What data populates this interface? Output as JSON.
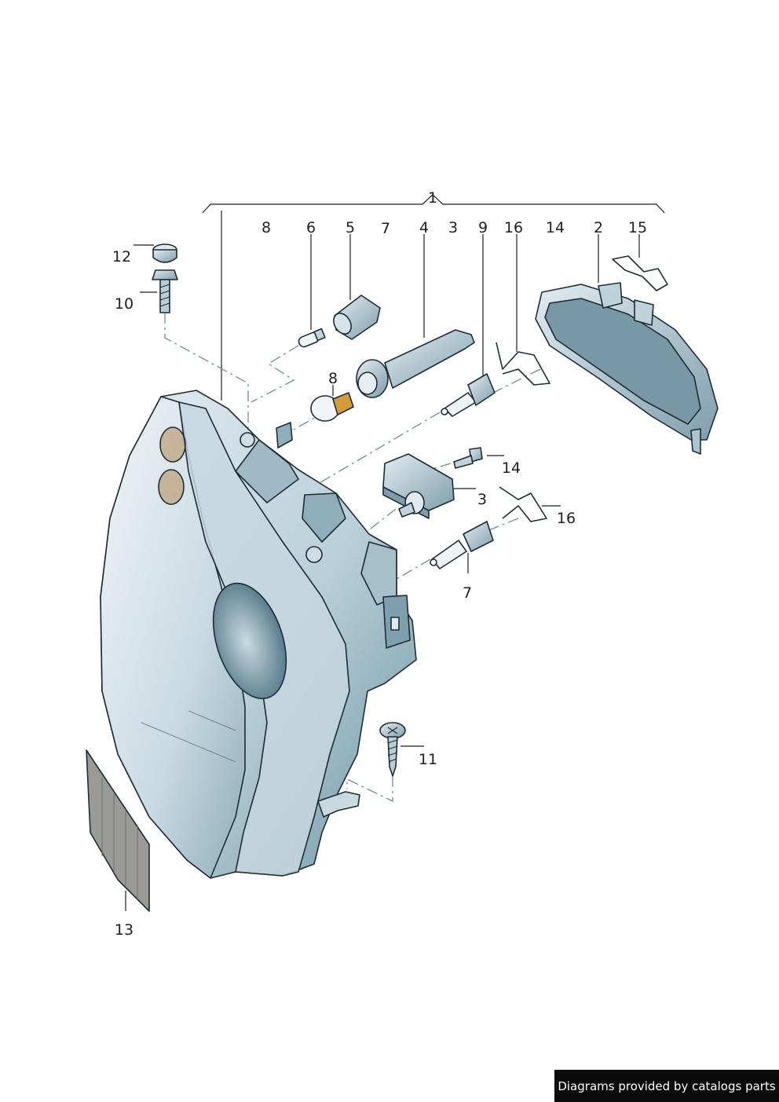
{
  "callouts": {
    "c1": "1",
    "top_row": [
      "8",
      "6",
      "5",
      "7",
      "4",
      "3",
      "9",
      "16",
      "14",
      "2",
      "15"
    ],
    "c12": "12",
    "c10": "10",
    "c8b": "8",
    "c14b": "14",
    "c3b": "3",
    "c16b": "16",
    "c7b": "7",
    "c11": "11",
    "c13": "13"
  },
  "colors": {
    "part_fill": "#a9c3cf",
    "part_light": "#dfe9ee",
    "part_dark": "#5f8191",
    "line": "#1e2c33"
  },
  "footer": {
    "credit": "Diagrams provided by catalogs parts"
  }
}
